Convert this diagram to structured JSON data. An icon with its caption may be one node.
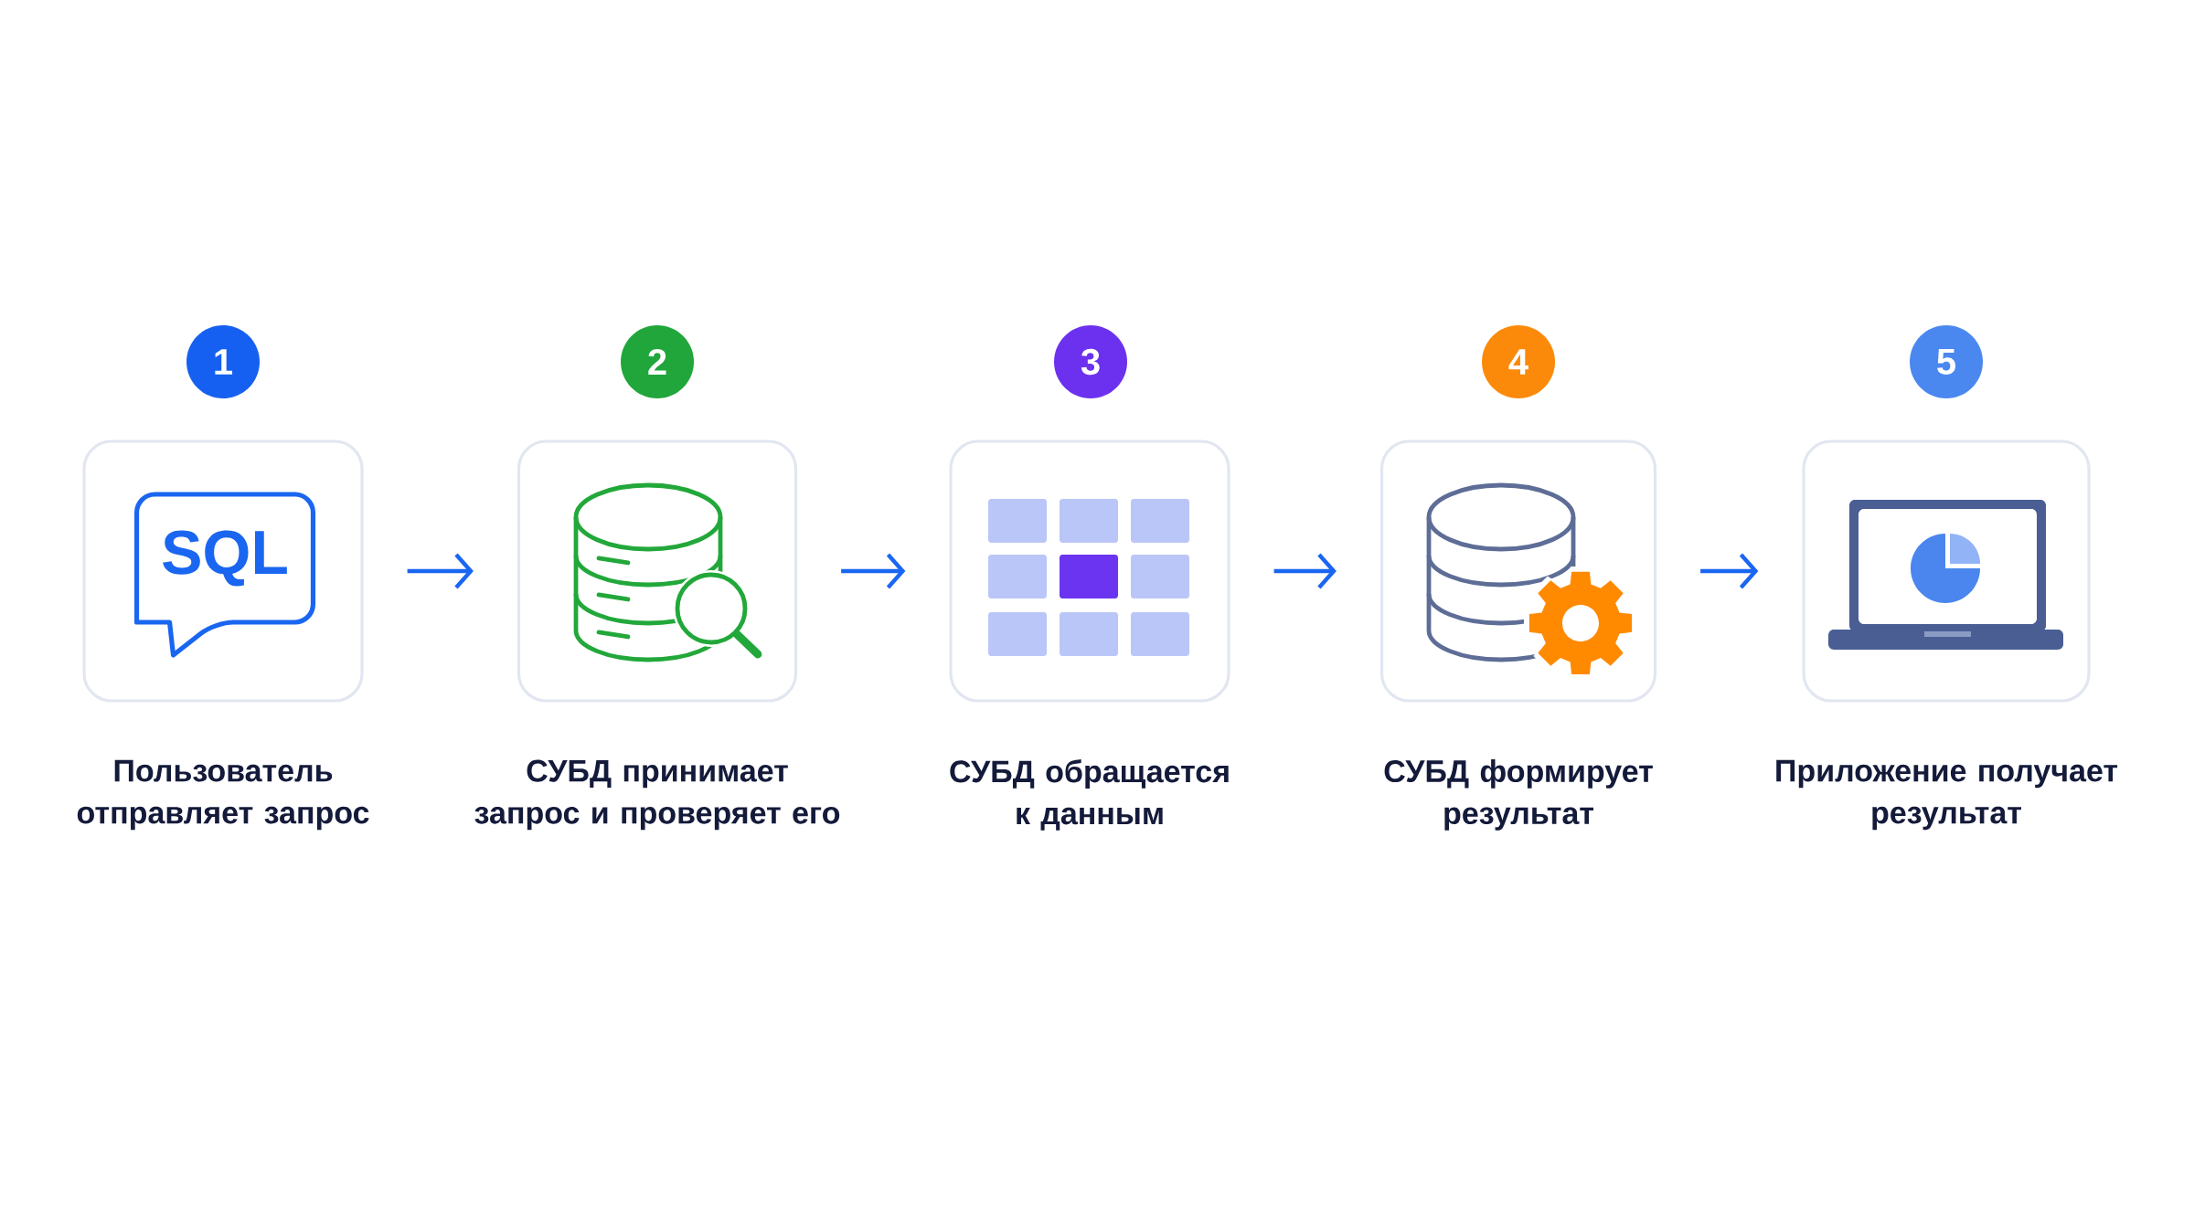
{
  "diagram": {
    "nodes": [
      {
        "text": [
          "1"
        ]
      },
      {
        "text": [
          "2"
        ]
      },
      {
        "text": [
          "3"
        ]
      },
      {
        "text": [
          "4"
        ]
      },
      {
        "text": [
          "5"
        ]
      },
      {
        "text": [],
        "shape": "box",
        "beside": [
          "Пользователь отправляет запрос"
        ]
      },
      {
        "text": [
          "SQL"
        ],
        "in": 5
      },
      {
        "text": [],
        "shape": "box",
        "beside": [
          "СУБД принимает запрос и проверяет его"
        ]
      },
      {
        "text": [],
        "shape": "box",
        "beside": [
          "СУБД обращается к данным"
        ]
      },
      {
        "text": [],
        "shape": "box",
        "beside": [
          "СУБД формирует результат"
        ]
      },
      {
        "text": [],
        "shape": "box",
        "beside": [
          "Приложение получает результат"
        ]
      }
    ],
    "edges": [
      {
        "from": 5,
        "to": 7,
        "arrow": "to"
      },
      {
        "from": 7,
        "to": 8,
        "arrow": "to"
      },
      {
        "from": 8,
        "to": 9,
        "arrow": "to"
      },
      {
        "from": 9,
        "to": 10,
        "arrow": "to"
      }
    ]
  }
}
